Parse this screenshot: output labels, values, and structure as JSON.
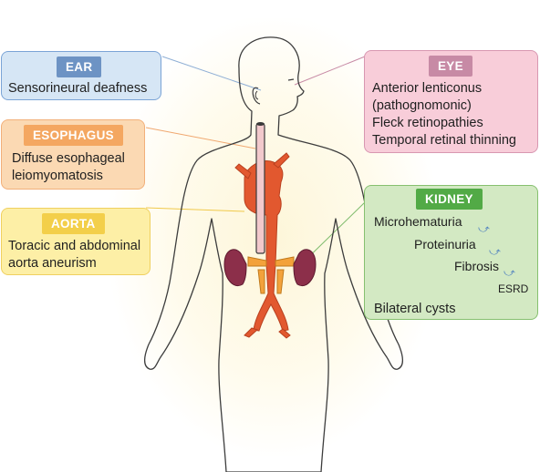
{
  "ear": {
    "title": "EAR",
    "lines": [
      "Sensorineural deafness"
    ],
    "box_color": "#d6e6f5",
    "tag_color": "#6d93c4"
  },
  "esophagus": {
    "title": "ESOPHAGUS",
    "lines": [
      "Diffuse esophageal",
      "leiomyomatosis"
    ],
    "box_color": "#fbd9b3",
    "tag_color": "#f4a761"
  },
  "aorta": {
    "title": "AORTA",
    "lines": [
      "Toracic and abdominal",
      "aorta aneurism"
    ],
    "box_color": "#fdefa6",
    "tag_color": "#f3cf4a"
  },
  "eye": {
    "title": "EYE",
    "lines": [
      "Anterior lenticonus",
      "(pathognomonic)",
      "Fleck retinopathies",
      "Temporal retinal thinning"
    ],
    "box_color": "#f8cdd9",
    "tag_color": "#c78aa5"
  },
  "kidney": {
    "title": "KIDNEY",
    "progression": [
      "Microhematuria",
      "Proteinuria",
      "Fibrosis",
      "ESRD"
    ],
    "footer": "Bilateral cysts",
    "box_color": "#d3e9c3",
    "tag_color": "#52aa46"
  },
  "icons": {
    "progression_arrow": "curved-arrow-icon"
  }
}
